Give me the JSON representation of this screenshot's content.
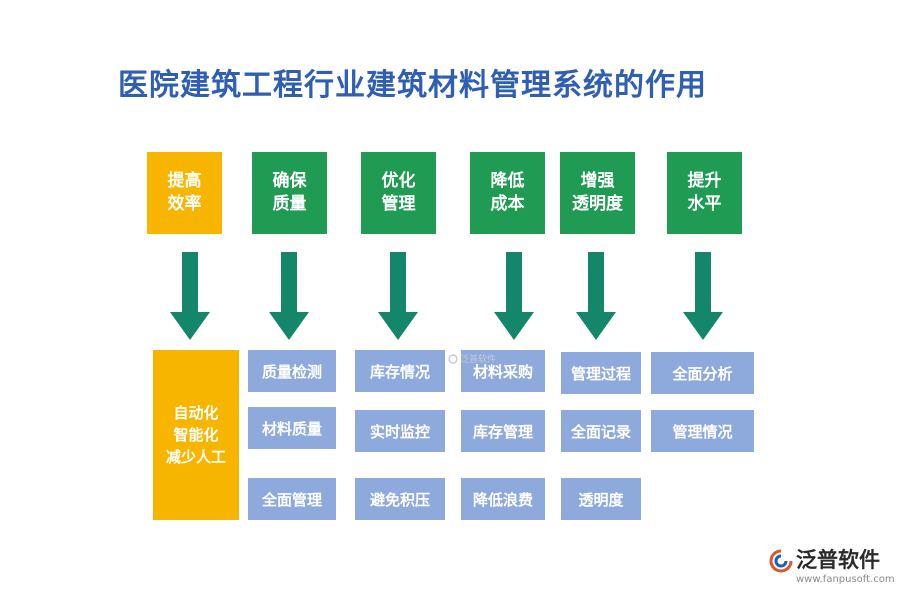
{
  "title": "医院建筑工程行业建筑材料管理系统的作用",
  "columns": [
    {
      "heading_line1": "提高",
      "heading_line2": "效率",
      "items": [],
      "merged_box": [
        "自动化",
        "智能化",
        "减少人工"
      ]
    },
    {
      "heading_line1": "确保",
      "heading_line2": "质量",
      "items": [
        "质量检测",
        "材料质量",
        "全面管理"
      ]
    },
    {
      "heading_line1": "优化",
      "heading_line2": "管理",
      "items": [
        "库存情况",
        "实时监控",
        "避免积压"
      ]
    },
    {
      "heading_line1": "降低",
      "heading_line2": "成本",
      "items": [
        "材料采购",
        "库存管理",
        "降低浪费"
      ]
    },
    {
      "heading_line1": "增强",
      "heading_line2": "透明度",
      "items": [
        "管理过程",
        "全面记录",
        "透明度"
      ]
    },
    {
      "heading_line1": "提升",
      "heading_line2": "水平",
      "items": [
        "全面分析",
        "管理情况"
      ]
    }
  ],
  "watermark": "泛普软件",
  "logo": {
    "name": "泛普软件",
    "url": "www.fanpusoft.com"
  },
  "colors": {
    "title": "#2f5fb3",
    "green": "#1f9b54",
    "yellow": "#f7b500",
    "subbox": "#8ea9db",
    "arrow": "#14876a"
  }
}
